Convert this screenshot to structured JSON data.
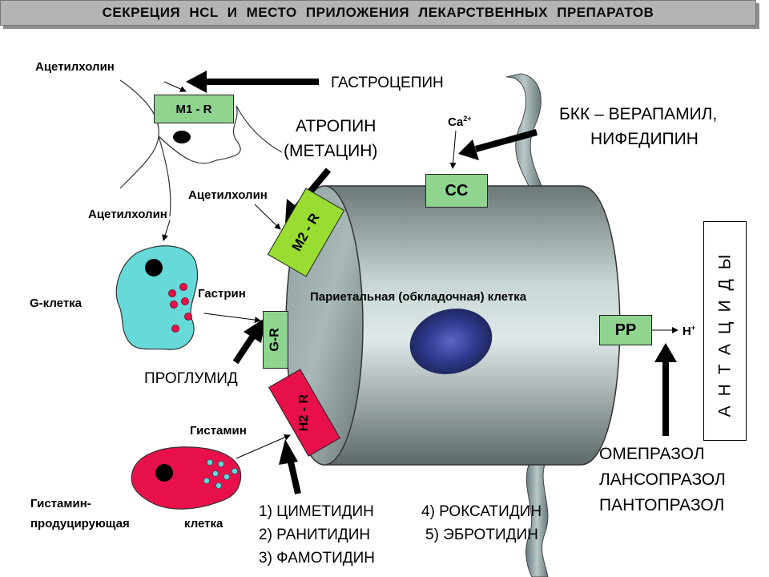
{
  "title": "СЕКРЕЦИЯ HCL И МЕСТО ПРИЛОЖЕНИЯ ЛЕКАРСТВЕННЫХ ПРЕПАРАТОВ",
  "neuron": {
    "acetylcholine_top": "Ацетилхолин",
    "receptor_label": "M1 - R",
    "acetylcholine_left": "Ацетилхолин",
    "acetylcholine_right": "Ацетилхолин"
  },
  "drugs": {
    "gastrocepin": "ГАСТРОЦЕПИН",
    "atropine_line1": "АТРОПИН",
    "atropine_line2": "(МЕТАЦИН)",
    "bkk_line1": "БКК – ВЕРАПАМИЛ,",
    "bkk_line2": "НИФЕДИПИН",
    "proglumide": "ПРОГЛУМИД",
    "ppi": [
      "ОМЕПРАЗОЛ",
      "ЛАНСОПРАЗОЛ",
      "ПАНТОПРАЗОЛ"
    ],
    "h2_blockers": [
      "1) ЦИМЕТИДИН",
      "4) РОКСАТИДИН",
      "2) РАНИТИДИН",
      "5) ЭБРОТИДИН",
      "3) ФАМОТИДИН"
    ],
    "antacids": "АНТАЦИДЫ"
  },
  "cell": {
    "parietal_label": "Париетальная (обкладочная) клетка",
    "m2_label": "M2 - R",
    "gr_label": "G-R",
    "h2_label": "H2 - R",
    "cc_label": "CC",
    "pp_label": "PP",
    "ca_label": "Ca",
    "ca_sup": "2+",
    "h_label": "H",
    "h_sup": "+"
  },
  "g_cell": {
    "label": "G-клетка",
    "gastrin": "Гастрин"
  },
  "histamine_cell": {
    "histamine": "Гистамин",
    "label_line1": "Гистамин-",
    "label_line2": "продуцирующая",
    "label_line2b": "клетка"
  },
  "colors": {
    "title_bg": "#b4b4b4",
    "receptor_green": "#8fd48f",
    "m2_green": "#99dd33",
    "h2_red": "#e8104a",
    "g_cell_cyan": "#66d9d9",
    "histamine_cell_red": "#e8104a",
    "nucleus_blue": "#2f3b90",
    "cell_gray": "#8a9a9a"
  }
}
